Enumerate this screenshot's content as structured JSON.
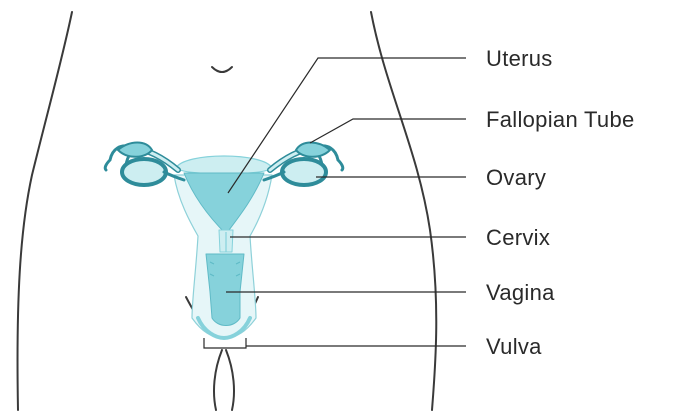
{
  "labels": {
    "uterus": "Uterus",
    "fallopian_tube": "Fallopian Tube",
    "ovary": "Ovary",
    "cervix": "Cervix",
    "vagina": "Vagina",
    "vulva": "Vulva"
  },
  "colors": {
    "outline": "#3a3a3a",
    "teal_dark": "#2e8c9a",
    "teal_mid": "#86d2db",
    "teal_light": "#cdeef1",
    "teal_pale": "#e6f6f8",
    "leader": "#2a2a2a"
  }
}
